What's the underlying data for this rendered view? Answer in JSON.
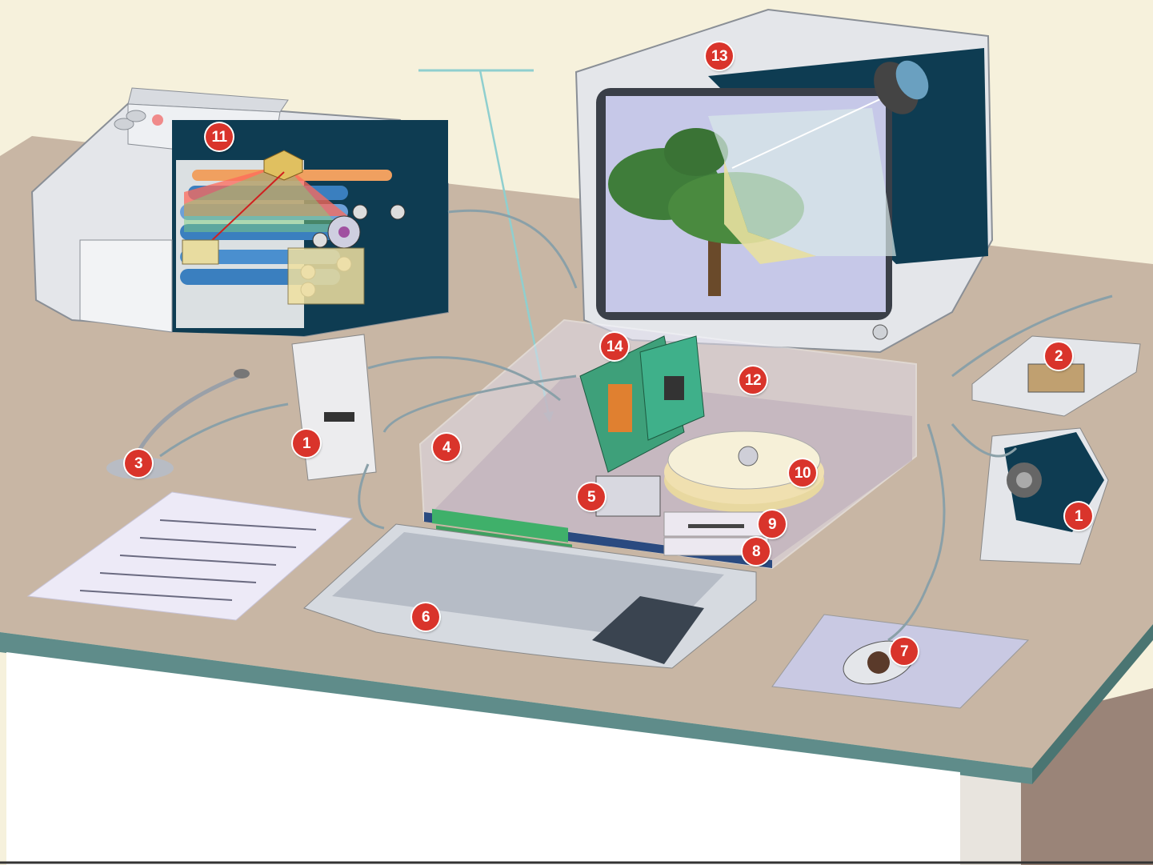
{
  "colors": {
    "background": "#f6f1dc",
    "desk_top": "#c8b6a4",
    "desk_edge": "#5f8c8a",
    "badge": "#d9342b",
    "cutaway_dark": "#0e3c52",
    "pointer_line": "#8fcfcf"
  },
  "callouts": [
    {
      "id": "speaker-left",
      "label": "1"
    },
    {
      "id": "speaker-right",
      "label": "1"
    },
    {
      "id": "modem",
      "label": "2"
    },
    {
      "id": "microphone",
      "label": "3"
    },
    {
      "id": "memory-modules",
      "label": "4"
    },
    {
      "id": "cpu",
      "label": "5"
    },
    {
      "id": "keyboard",
      "label": "6"
    },
    {
      "id": "mouse",
      "label": "7"
    },
    {
      "id": "cd-drive",
      "label": "8"
    },
    {
      "id": "floppy-drive",
      "label": "9"
    },
    {
      "id": "hard-disk",
      "label": "10"
    },
    {
      "id": "printer",
      "label": "11"
    },
    {
      "id": "system-unit",
      "label": "12"
    },
    {
      "id": "monitor",
      "label": "13"
    },
    {
      "id": "expansion-cards",
      "label": "14"
    }
  ]
}
